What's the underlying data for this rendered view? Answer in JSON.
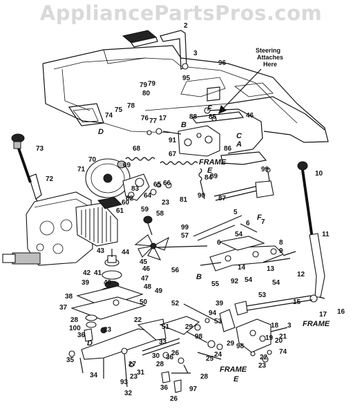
{
  "watermark": "AppliancePartsPros.com",
  "callout": {
    "line1": "Steering",
    "line2": "Attaches",
    "line3": "Here"
  },
  "frame_labels": {
    "frame_a": "FRAME",
    "frame_a_sub": "E",
    "frame_b": "FRAME",
    "frame_c": "FRAME",
    "frame_c_sub": "E"
  },
  "letters": {
    "d_top": "D",
    "b_top": "B",
    "c_top": "C",
    "a_top": "A",
    "f_top": "F",
    "b_mid": "B",
    "f_mid": "F",
    "d_bottom": "D"
  },
  "part_numbers": [
    {
      "id": "p2",
      "t": "2"
    },
    {
      "id": "p3",
      "t": "3"
    },
    {
      "id": "p95",
      "t": "95"
    },
    {
      "id": "p96",
      "t": "96"
    },
    {
      "id": "p78",
      "t": "78"
    },
    {
      "id": "p79a",
      "t": "79"
    },
    {
      "id": "p79b",
      "t": "79"
    },
    {
      "id": "p80",
      "t": "80"
    },
    {
      "id": "p88",
      "t": "88"
    },
    {
      "id": "p85",
      "t": "85"
    },
    {
      "id": "p46a",
      "t": "46"
    },
    {
      "id": "p74a",
      "t": "74"
    },
    {
      "id": "p75",
      "t": "75"
    },
    {
      "id": "p76",
      "t": "76"
    },
    {
      "id": "p77",
      "t": "77"
    },
    {
      "id": "p17a",
      "t": "17"
    },
    {
      "id": "p91",
      "t": "91"
    },
    {
      "id": "p86",
      "t": "86"
    },
    {
      "id": "p73",
      "t": "73"
    },
    {
      "id": "p72",
      "t": "72"
    },
    {
      "id": "p70",
      "t": "70"
    },
    {
      "id": "p71",
      "t": "71"
    },
    {
      "id": "p68",
      "t": "68"
    },
    {
      "id": "p69",
      "t": "69"
    },
    {
      "id": "p67",
      "t": "67"
    },
    {
      "id": "p84",
      "t": "84"
    },
    {
      "id": "p99a",
      "t": "99"
    },
    {
      "id": "p10",
      "t": "10"
    },
    {
      "id": "p89",
      "t": "89"
    },
    {
      "id": "p65",
      "t": "65"
    },
    {
      "id": "p66",
      "t": "66"
    },
    {
      "id": "p90",
      "t": "90"
    },
    {
      "id": "p87",
      "t": "87"
    },
    {
      "id": "p81",
      "t": "81"
    },
    {
      "id": "p62",
      "t": "62"
    },
    {
      "id": "p83",
      "t": "83"
    },
    {
      "id": "p64",
      "t": "64"
    },
    {
      "id": "p23a",
      "t": "23"
    },
    {
      "id": "p60",
      "t": "60"
    },
    {
      "id": "p61",
      "t": "61"
    },
    {
      "id": "p59",
      "t": "59"
    },
    {
      "id": "p58",
      "t": "58"
    },
    {
      "id": "p99b",
      "t": "99"
    },
    {
      "id": "p5",
      "t": "5"
    },
    {
      "id": "p57",
      "t": "57"
    },
    {
      "id": "p6a",
      "t": "6"
    },
    {
      "id": "p7",
      "t": "7"
    },
    {
      "id": "p11",
      "t": "11"
    },
    {
      "id": "p54a",
      "t": "54"
    },
    {
      "id": "p6b",
      "t": "6"
    },
    {
      "id": "p8",
      "t": "8"
    },
    {
      "id": "p9",
      "t": "9"
    },
    {
      "id": "p44",
      "t": "44"
    },
    {
      "id": "p43",
      "t": "43"
    },
    {
      "id": "p45",
      "t": "45"
    },
    {
      "id": "p56",
      "t": "56"
    },
    {
      "id": "p14",
      "t": "14"
    },
    {
      "id": "p13",
      "t": "13"
    },
    {
      "id": "p12",
      "t": "12"
    },
    {
      "id": "p42",
      "t": "42"
    },
    {
      "id": "p41",
      "t": "41"
    },
    {
      "id": "p46b",
      "t": "46"
    },
    {
      "id": "p47",
      "t": "47"
    },
    {
      "id": "p40",
      "t": "40"
    },
    {
      "id": "p39a",
      "t": "39"
    },
    {
      "id": "p48",
      "t": "48"
    },
    {
      "id": "p49",
      "t": "49"
    },
    {
      "id": "p55",
      "t": "55"
    },
    {
      "id": "p92",
      "t": "92"
    },
    {
      "id": "p54b",
      "t": "54"
    },
    {
      "id": "p54c",
      "t": "54"
    },
    {
      "id": "p38",
      "t": "38"
    },
    {
      "id": "p50",
      "t": "50"
    },
    {
      "id": "p53a",
      "t": "53"
    },
    {
      "id": "p15",
      "t": "15"
    },
    {
      "id": "p16",
      "t": "16"
    },
    {
      "id": "p37",
      "t": "37"
    },
    {
      "id": "p52",
      "t": "52"
    },
    {
      "id": "p39b",
      "t": "39"
    },
    {
      "id": "p94",
      "t": "94"
    },
    {
      "id": "p28a",
      "t": "28"
    },
    {
      "id": "p100",
      "t": "100"
    },
    {
      "id": "p23b",
      "t": "23"
    },
    {
      "id": "p22a",
      "t": "22"
    },
    {
      "id": "p53b",
      "t": "53"
    },
    {
      "id": "p18",
      "t": "18"
    },
    {
      "id": "p3b",
      "t": "3"
    },
    {
      "id": "p17b",
      "t": "17"
    },
    {
      "id": "p36a",
      "t": "36"
    },
    {
      "id": "p51",
      "t": "51"
    },
    {
      "id": "p19",
      "t": "19"
    },
    {
      "id": "p20",
      "t": "20"
    },
    {
      "id": "p29a",
      "t": "29"
    },
    {
      "id": "p98a",
      "t": "98"
    },
    {
      "id": "p29b",
      "t": "29"
    },
    {
      "id": "p21",
      "t": "21"
    },
    {
      "id": "p98b",
      "t": "98"
    },
    {
      "id": "p74b",
      "t": "74"
    },
    {
      "id": "p33",
      "t": "33"
    },
    {
      "id": "p25",
      "t": "25"
    },
    {
      "id": "p24",
      "t": "24"
    },
    {
      "id": "p22b",
      "t": "22"
    },
    {
      "id": "p23c",
      "t": "23"
    },
    {
      "id": "p27",
      "t": "27"
    },
    {
      "id": "p28b",
      "t": "28"
    },
    {
      "id": "p35",
      "t": "35"
    },
    {
      "id": "p34",
      "t": "34"
    },
    {
      "id": "p93",
      "t": "93"
    },
    {
      "id": "p23d",
      "t": "23"
    },
    {
      "id": "p31",
      "t": "31"
    },
    {
      "id": "p30",
      "t": "30"
    },
    {
      "id": "p36b",
      "t": "36"
    },
    {
      "id": "p26a",
      "t": "26"
    },
    {
      "id": "p28c",
      "t": "28"
    },
    {
      "id": "p32",
      "t": "32"
    },
    {
      "id": "p36c",
      "t": "36"
    },
    {
      "id": "p26b",
      "t": "26"
    },
    {
      "id": "p97",
      "t": "97"
    }
  ]
}
